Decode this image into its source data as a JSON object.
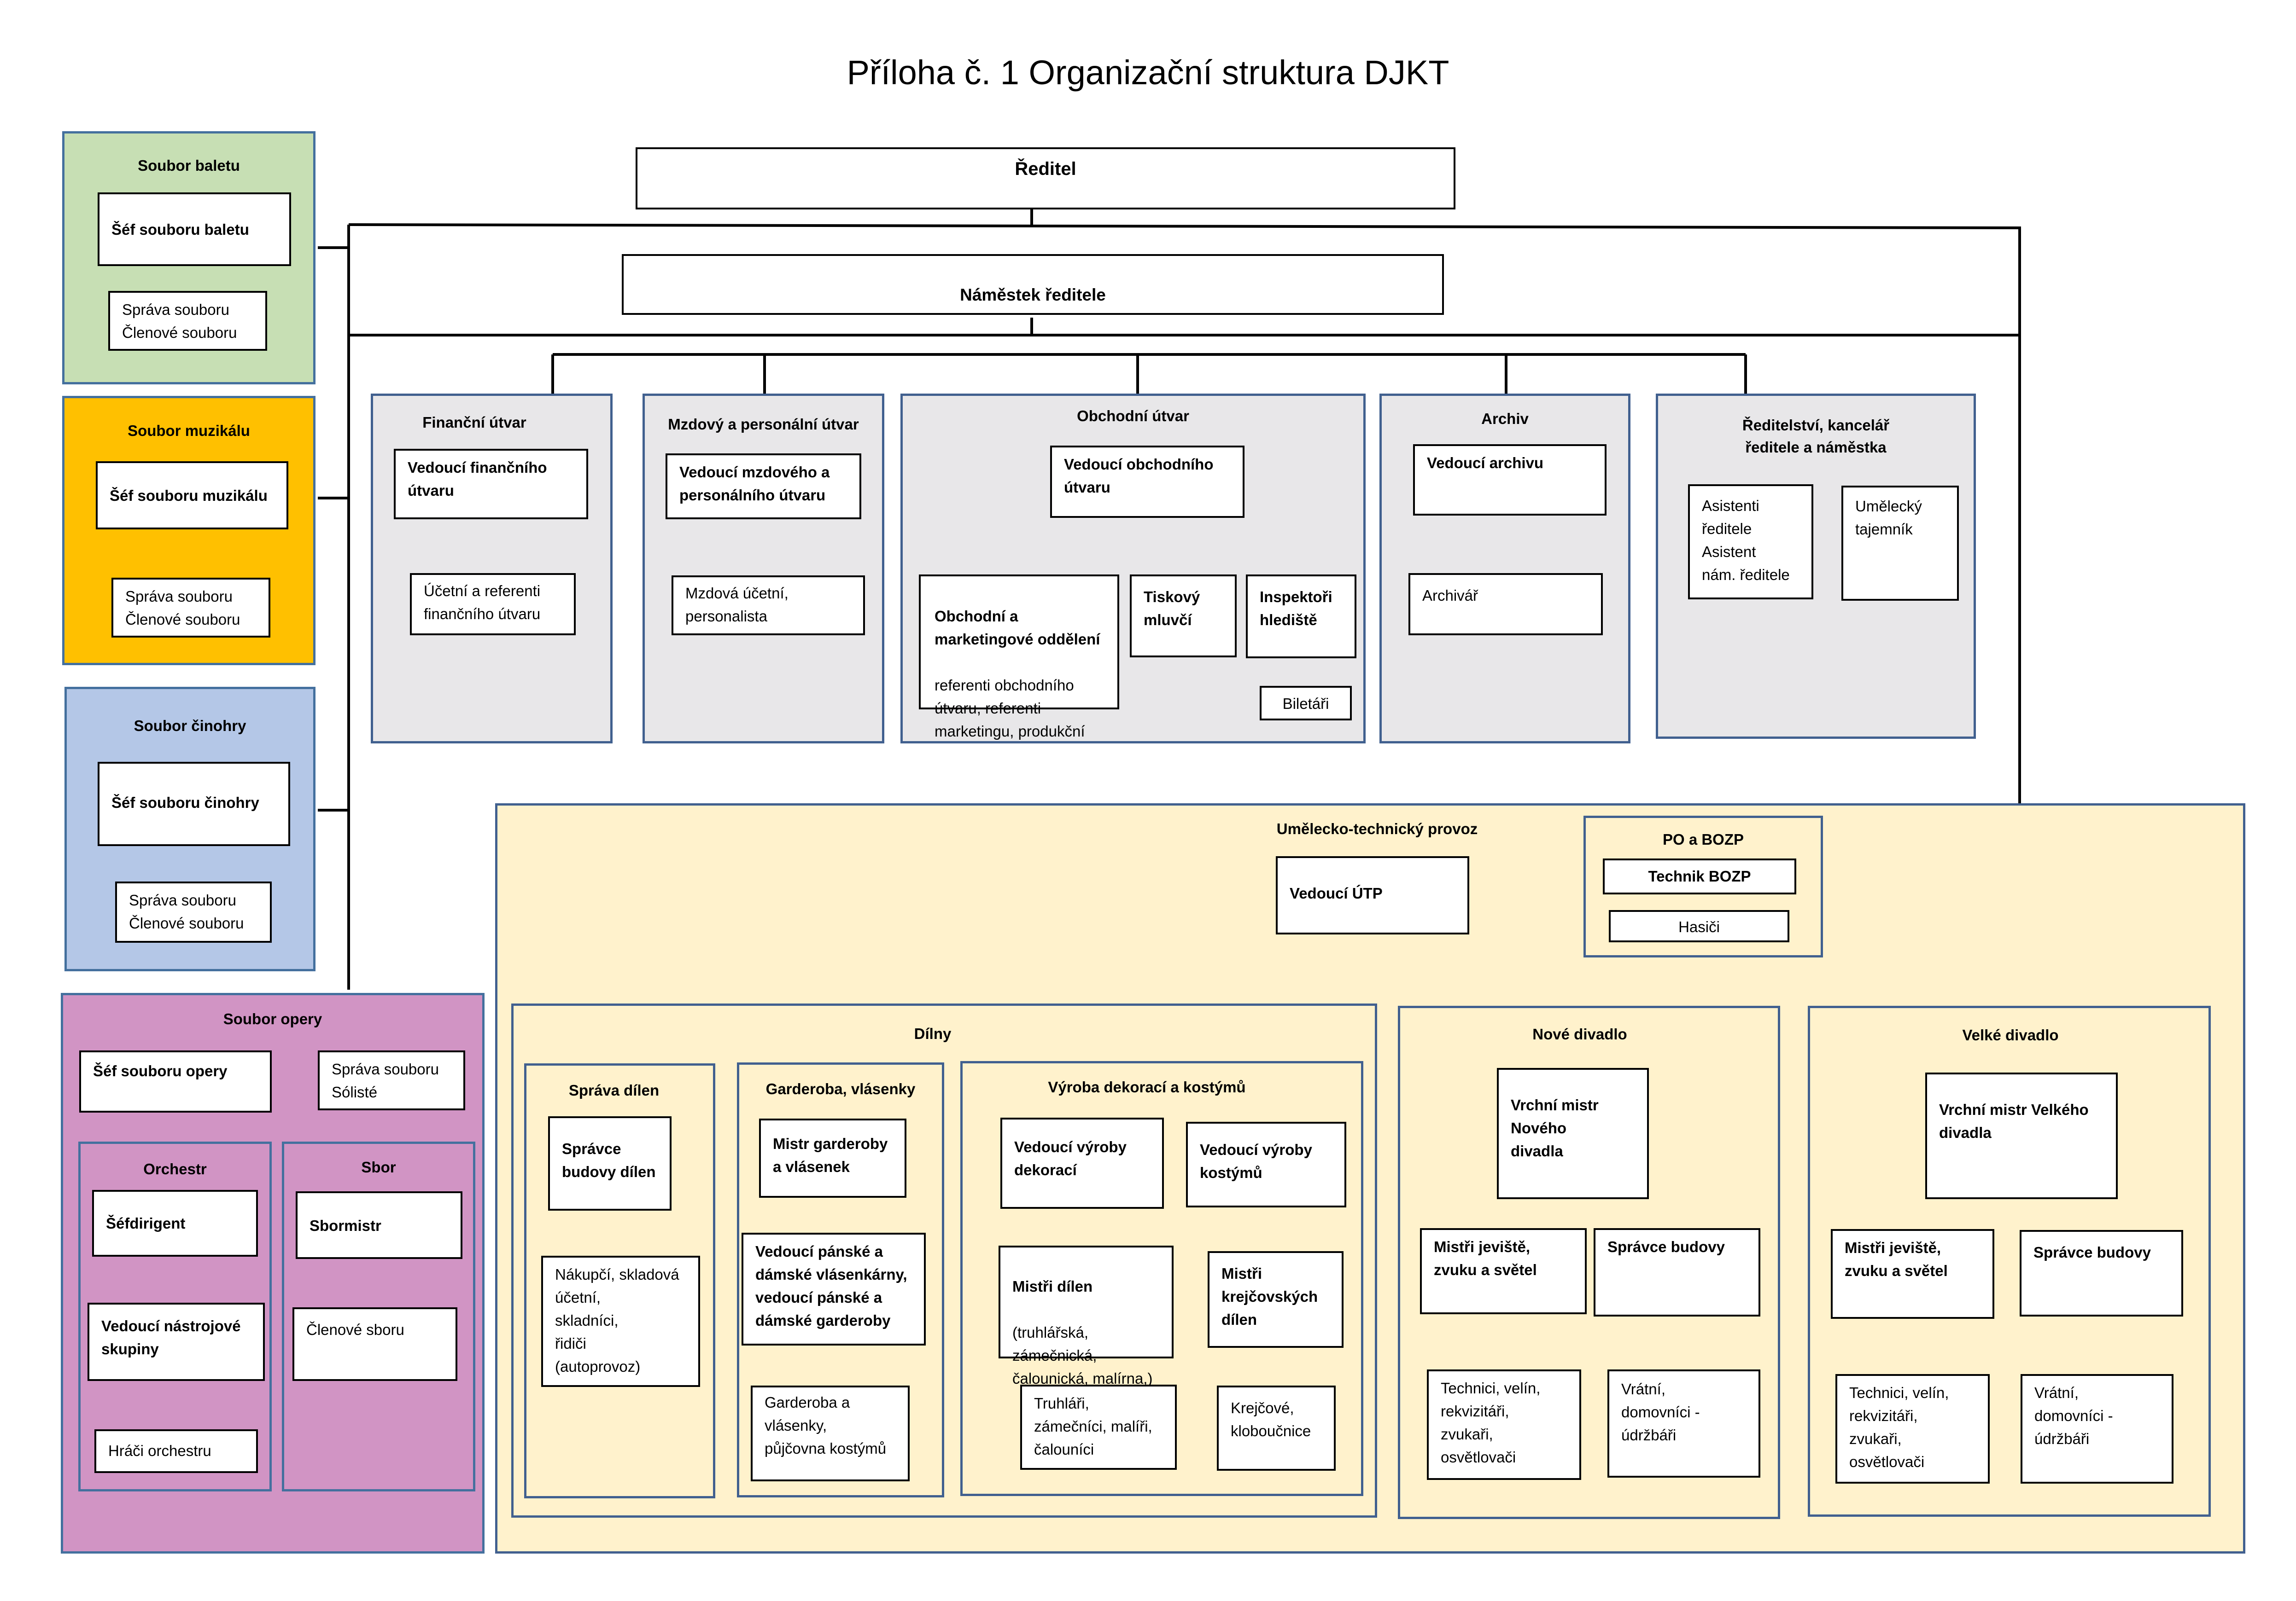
{
  "title": "Příloha č. 1 Organizační struktura DJKT",
  "director": "Ředitel",
  "deputy": "Náměstek ředitele",
  "ballet": {
    "title": "Soubor baletu",
    "head": "Šéf souboru baletu",
    "staff": "Správa souboru\nČlenové souboru"
  },
  "musical": {
    "title": "Soubor muzikálu",
    "head": "Šéf souboru muzikálu",
    "staff": "Správa souboru\nČlenové souboru"
  },
  "drama": {
    "title": "Soubor činohry",
    "head": "Šéf souboru činohry",
    "staff": "Správa souboru\nČlenové souboru"
  },
  "opera": {
    "title": "Soubor opery",
    "head": "Šéf souboru opery",
    "staff": "Správa souboru\nSólisté",
    "orchestra": {
      "title": "Orchestr",
      "chief": "Šéfdirigent",
      "section_leader": "Vedoucí nástrojové\nskupiny",
      "players": "Hráči orchestru"
    },
    "choir": {
      "title": "Sbor",
      "master": "Sbormistr",
      "members": "Členové sboru"
    }
  },
  "finance": {
    "title": "Finanční útvar",
    "head": "Vedoucí finančního\nútvaru",
    "staff": "Účetní a referenti\nfinančního útvaru"
  },
  "payroll": {
    "title": "Mzdový a personální útvar",
    "head": "Vedoucí mzdového a\npersonálního útvaru",
    "staff": "Mzdová účetní,\npersonalista"
  },
  "commercial": {
    "title": "Obchodní útvar",
    "head": "Vedoucí obchodního\nútvaru",
    "marketing_title": "Obchodní a\nmarketingové oddělení",
    "marketing_staff": "referenti obchodního\nútvaru, referenti\nmarketingu, produkční",
    "press": "Tiskový\nmluvčí",
    "inspectors": "Inspektoři\nhlediště",
    "tickets": "Biletáři"
  },
  "archive": {
    "title": "Archiv",
    "head": "Vedoucí archivu",
    "staff": "Archivář"
  },
  "office": {
    "title": "Ředitelství, kancelář\nředitele a náměstka",
    "assistants": "Asistenti\nředitele\nAsistent\nnám. ředitele",
    "secretary": "Umělecký\ntajemník"
  },
  "utp": {
    "title": "Umělecko-technický provoz",
    "head": "Vedoucí ÚTP",
    "po_title": "PO a BOZP",
    "bozp": "Technik BOZP",
    "firemen": "Hasiči",
    "workshops": {
      "title": "Dílny",
      "admin": {
        "title": "Správa dílen",
        "head": "Správce\nbudovy dílen",
        "staff": "Nákupčí, skladová\núčetní,\nskladníci,\nřidiči\n(autoprovoz)"
      },
      "wardrobe": {
        "title": "Garderoba, vlásenky",
        "head": "Mistr garderoby\na vlásenek",
        "mid": "Vedoucí pánské a\ndámské vlásenkárny,\nvedoucí pánské a\ndámské garderoby",
        "staff": "Garderoba a\nvlásenky,\npůjčovna kostýmů"
      },
      "production": {
        "title": "Výroba dekorací a kostýmů",
        "decor_head": "Vedoucí výroby\ndekorací",
        "costume_head": "Vedoucí výroby\nkostýmů",
        "masters_title": "Mistři dílen",
        "masters_sub": "(truhlářská,\nzámečnická,\nčalounická, malírna,)",
        "tailor_masters": "Mistři\nkrejčovských\ndílen",
        "decor_staff": "Truhláři,\nzámečníci, malíři,\nčalouníci",
        "costume_staff": "Krejčové,\nkloboučnice"
      }
    },
    "new_stage": {
      "title": "Nové divadlo",
      "head": "Vrchní mistr Nového\ndivadla",
      "masters": "Mistři jeviště,\nzvuku a světel",
      "building": "Správce budovy",
      "techs": "Technici, velín,\nrekvizitáři,\nzvukaři,\nosvětlovači",
      "porters": "Vrátní,\ndomovníci -\núdržbáři"
    },
    "big_stage": {
      "title": "Velké divadlo",
      "head": "Vrchní mistr Velkého\ndivadla",
      "masters": "Mistři jeviště,\nzvuku a světel",
      "building": "Správce budovy",
      "techs": "Technici, velín,\nrekvizitáři,\nzvukaři,\nosvětlovači",
      "porters": "Vrátní,\ndomovníci -\núdržbáři"
    }
  }
}
